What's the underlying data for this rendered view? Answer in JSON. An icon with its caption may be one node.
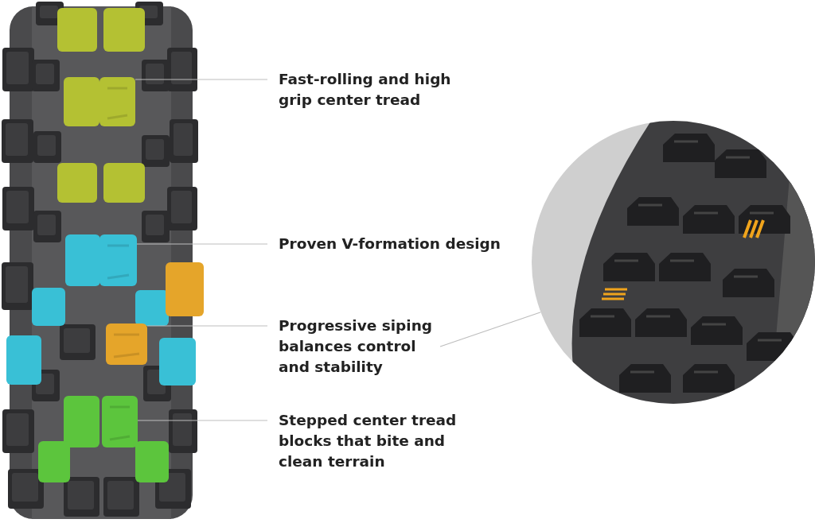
{
  "diagram": {
    "nodes": [
      {
        "text": [
          "Fast-rolling and high grip center tread"
        ]
      },
      {
        "text": [],
        "shape": "picture"
      },
      {
        "text": [
          "Proven V-formation design"
        ]
      },
      {
        "text": [],
        "shape": "picture"
      },
      {
        "text": [
          "Progressive siping balances control and stability"
        ]
      },
      {
        "text": [],
        "shape": "picture"
      },
      {
        "text": [],
        "shape": "picture"
      },
      {
        "text": [
          "Stepped center tread blocks that bite and clean terrain"
        ]
      },
      {
        "text": [],
        "shape": "picture"
      }
    ],
    "edges": [
      {
        "from": 0,
        "to": 1,
        "arrow": "none"
      },
      {
        "from": 2,
        "to": 3,
        "arrow": "none"
      },
      {
        "from": 4,
        "to": 5,
        "arrow": "none"
      },
      {
        "from": 4,
        "to": 6,
        "arrow": "none"
      },
      {
        "from": 7,
        "to": 8,
        "arrow": "none"
      }
    ]
  }
}
